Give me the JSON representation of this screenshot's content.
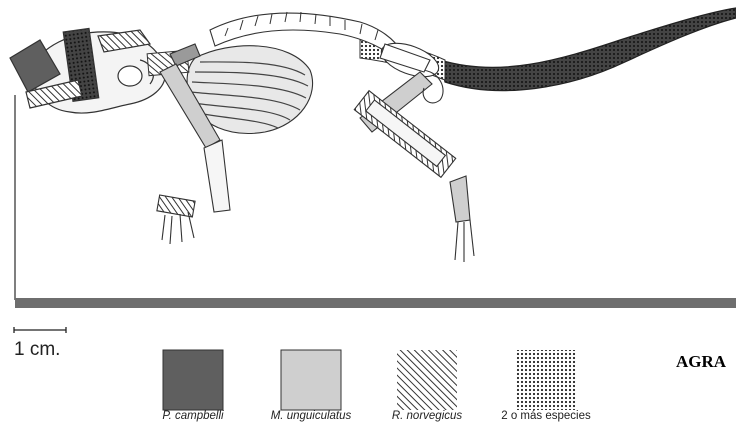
{
  "scale": {
    "label": "1 cm."
  },
  "side_text": "AGRA",
  "legend": [
    {
      "id": "p-campbelli",
      "label": "P. campbelli",
      "italic": true,
      "pattern": "dark-solid",
      "color": "#5f5f5f"
    },
    {
      "id": "m-unguiculatus",
      "label": "M. unguiculatus",
      "italic": true,
      "pattern": "light-solid",
      "color": "#cfcfcf"
    },
    {
      "id": "r-norvegicus",
      "label": "R. norvegicus",
      "italic": true,
      "pattern": "diagonal-hatch",
      "color": "#333333"
    },
    {
      "id": "two-or-more",
      "label": "2 o más especies",
      "italic": false,
      "pattern": "dots",
      "color": "#222222"
    }
  ],
  "colors": {
    "frame": "#555555",
    "base": "#6e6e6e",
    "bone_stroke": "#333333"
  }
}
